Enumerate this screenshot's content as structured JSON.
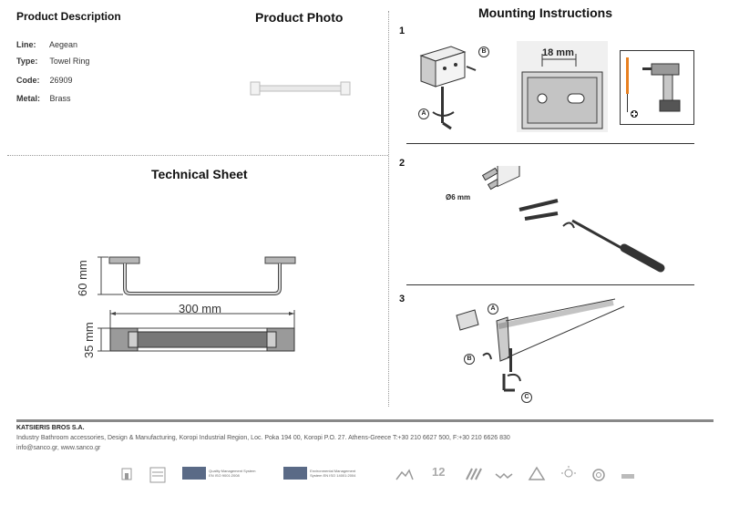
{
  "product_description": {
    "title": "Product Description",
    "rows": [
      {
        "key": "Line:",
        "value": "Aegean"
      },
      {
        "key": "Type:",
        "value": "Towel Ring"
      },
      {
        "key": "Code:",
        "value": "26909"
      },
      {
        "key": "Metal:",
        "value": "Brass"
      }
    ]
  },
  "product_photo": {
    "title": "Product Photo"
  },
  "technical_sheet": {
    "title": "Technical Sheet",
    "dim_height": "60 mm",
    "dim_width": "300 mm",
    "dim_depth": "35 mm"
  },
  "mounting": {
    "title": "Mounting Instructions",
    "steps": [
      {
        "num": "1",
        "labels": {
          "a": "A",
          "b": "B",
          "spacing": "18 mm"
        }
      },
      {
        "num": "2",
        "labels": {
          "drill": "Ø6 mm"
        }
      },
      {
        "num": "3",
        "labels": {
          "a": "A",
          "b": "B",
          "c": "C"
        }
      }
    ]
  },
  "footer": {
    "company": "KATSIERIS BROS S.A.",
    "address": "Industry Bathroom accessories, Design & Manufacturing, Koropi Industrial Region, Loc. Poka 194 00, Koropi P.O. 27. Athens-Greece   T:+30 210 6627 500, F:+30 210 6626 830",
    "contact": "info@sanco.gr, www.sanco.gr",
    "badge_12": "12",
    "cert_quality": "Quality Management System EN ISO 9001:2008",
    "cert_env": "Environmental Management System EN ISO 14001:2004"
  },
  "colors": {
    "metal_dark": "#555555",
    "metal_light": "#b5b5b5",
    "accent_gray": "#888888"
  }
}
